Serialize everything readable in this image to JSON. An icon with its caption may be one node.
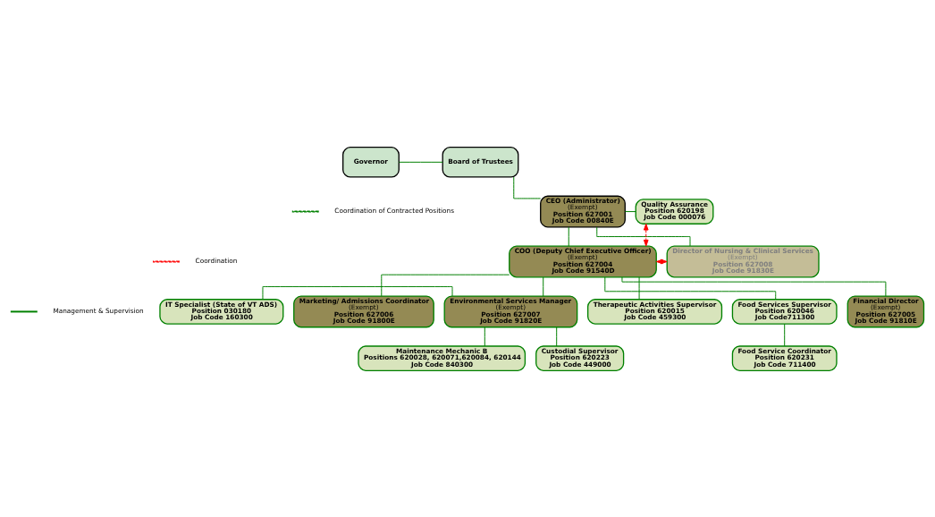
{
  "diagram": {
    "nodes": [
      {
        "text": [
          "Governor"
        ]
      },
      {
        "text": [
          "Board of Trustees"
        ]
      },
      {
        "text": [
          "CEO (Administrator)",
          "(Exempt)",
          "Position 627001",
          "Job Code 00840E"
        ]
      },
      {
        "text": [
          "Quality Assurance",
          "Position 620198",
          "Job Code 000076"
        ]
      },
      {
        "text": [
          "COO (Deputy Chief Executive Officer)",
          "(Exempt)",
          "Position 627004",
          "Job Code 91540D"
        ]
      },
      {
        "text": [
          "Director of Nursing & Clinical Services",
          "(Exempt)",
          "Position 627008",
          "Job Code 91830E"
        ]
      },
      {
        "text": [
          "IT Specialist (State of VT ADS)",
          "Position 030180",
          "Job Code 160300"
        ]
      },
      {
        "text": [
          "Environmental Services Manager",
          "(Exempt)",
          "Position 627007",
          "Job Code 91820E"
        ]
      },
      {
        "text": [
          "Therapeutic Activities Supervisor",
          "Position 620015",
          "Job Code 459300"
        ]
      },
      {
        "text": [
          "Food Services Supervisor",
          "Position 620046",
          "Job Code711300"
        ]
      },
      {
        "text": [
          "Financial Director",
          "(Exempt)",
          "Position 627005",
          "Job Code 91810E"
        ]
      },
      {
        "text": [
          "Marketing/ Admissions Coordinator",
          "(Exempt)",
          "Position 627006",
          "Job Code 91800E"
        ]
      },
      {
        "text": [
          "Custodial Supervisor",
          "Position 620223",
          "Job Code 449000"
        ]
      },
      {
        "text": [
          "Maintenance Mechanic B",
          "Positions 620028, 620071,620084, 620144",
          "Job Code 840300"
        ]
      },
      {
        "text": [
          "Food Service Coordinator",
          "Position 620231",
          "Job Code 711400"
        ]
      }
    ],
    "edges": [
      {
        "from": 0,
        "to": 1,
        "arrow": "none"
      },
      {
        "from": 1,
        "to": 2,
        "arrow": "none"
      },
      {
        "from": 2,
        "to": 3,
        "arrow": "none"
      },
      {
        "from": 2,
        "to": 4,
        "arrow": "none"
      },
      {
        "from": 2,
        "to": 5,
        "arrow": "none"
      },
      {
        "from": 3,
        "to": 4,
        "arrow": "both",
        "style": "dashed",
        "color": "#ff0000"
      },
      {
        "from": 4,
        "to": 5,
        "arrow": "both",
        "style": "dashed",
        "color": "#ff0000"
      },
      {
        "from": 4,
        "to": 7,
        "arrow": "none"
      },
      {
        "from": 4,
        "to": 8,
        "arrow": "none"
      },
      {
        "from": 4,
        "to": 9,
        "arrow": "none"
      },
      {
        "from": 4,
        "to": 10,
        "arrow": "none"
      },
      {
        "from": 4,
        "to": 11,
        "arrow": "none"
      },
      {
        "from": 6,
        "to": 7,
        "arrow": "none"
      },
      {
        "from": 7,
        "to": 12,
        "arrow": "none"
      },
      {
        "from": 7,
        "to": 13,
        "arrow": "none"
      },
      {
        "from": 9,
        "to": 14,
        "arrow": "none"
      }
    ],
    "legend": [
      {
        "text": "Coordination of Contracted Positions"
      },
      {
        "text": "Coordination"
      },
      {
        "text": "Management & Supervision"
      }
    ]
  }
}
